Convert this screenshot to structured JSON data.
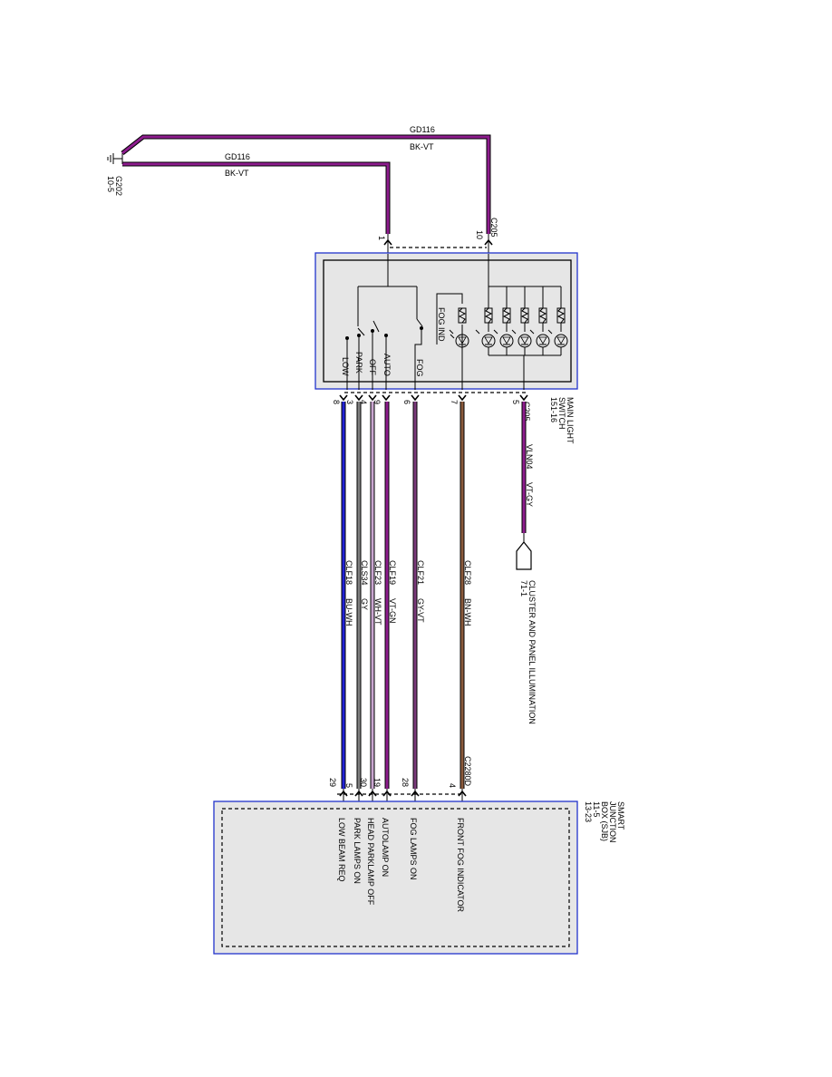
{
  "colors": {
    "bk_vt": "#8e1d8e",
    "vt_gn": "#8e1d8e",
    "vt_gy": "#8e1d8e",
    "wh_vt": "#c9a6cf",
    "bu_wh": "#2323d6",
    "gy": "#808080",
    "gy_vt": "#7a3a7a",
    "bn_wh": "#8a5a3c",
    "component_border": "#2233cc"
  },
  "ground": {
    "ref": "G202",
    "page": "10-5"
  },
  "top_wires": [
    {
      "circuit": "GD116",
      "color": "BK-VT",
      "pin": "1"
    },
    {
      "circuit": "GD116",
      "color": "BK-VT",
      "pin": "10",
      "connector": "C205"
    }
  ],
  "main_light_switch": {
    "title_lines": [
      "MAIN LIGHT",
      "SWITCH",
      "151-16"
    ],
    "switch_labels": [
      "LOW",
      "PARK",
      "OFF",
      "AUTO",
      "FOG",
      "FOG IND"
    ],
    "bottom_connector": "C205",
    "bottom_pins": [
      "8",
      "3",
      "4",
      "9",
      "6",
      "7",
      "5"
    ]
  },
  "cluster_branch": {
    "circuit": "VLN04",
    "color": "VT-GY",
    "destination": "CLUSTER AND PANEL ILLUMINATION",
    "page": "71-1"
  },
  "circuits": [
    {
      "circuit": "CLF18",
      "color": "BU-WH"
    },
    {
      "circuit": "CLS34",
      "color": "GY"
    },
    {
      "circuit": "CLF23",
      "color": "WH-VT"
    },
    {
      "circuit": "CLF19",
      "color": "VT-GN"
    },
    {
      "circuit": "CLF21",
      "color": "GY-VT"
    },
    {
      "circuit": "CLF28",
      "color": "BN-WH"
    }
  ],
  "sjb": {
    "title_lines": [
      "SMART",
      "JUNCTION",
      "BOX (SJB)",
      "11-5",
      "13-23"
    ],
    "connector": "C2280D",
    "top_pins": [
      "29",
      "30",
      "19",
      "28",
      "4"
    ],
    "inner_pins": [
      "5"
    ],
    "inputs": [
      "LOW BEAM REQ",
      "PARK LAMPS ON",
      "HEAD PARKLAMP OFF",
      "AUTOLAMP ON",
      "FOG LAMPS ON",
      "FRONT FOG INDICATOR"
    ]
  }
}
